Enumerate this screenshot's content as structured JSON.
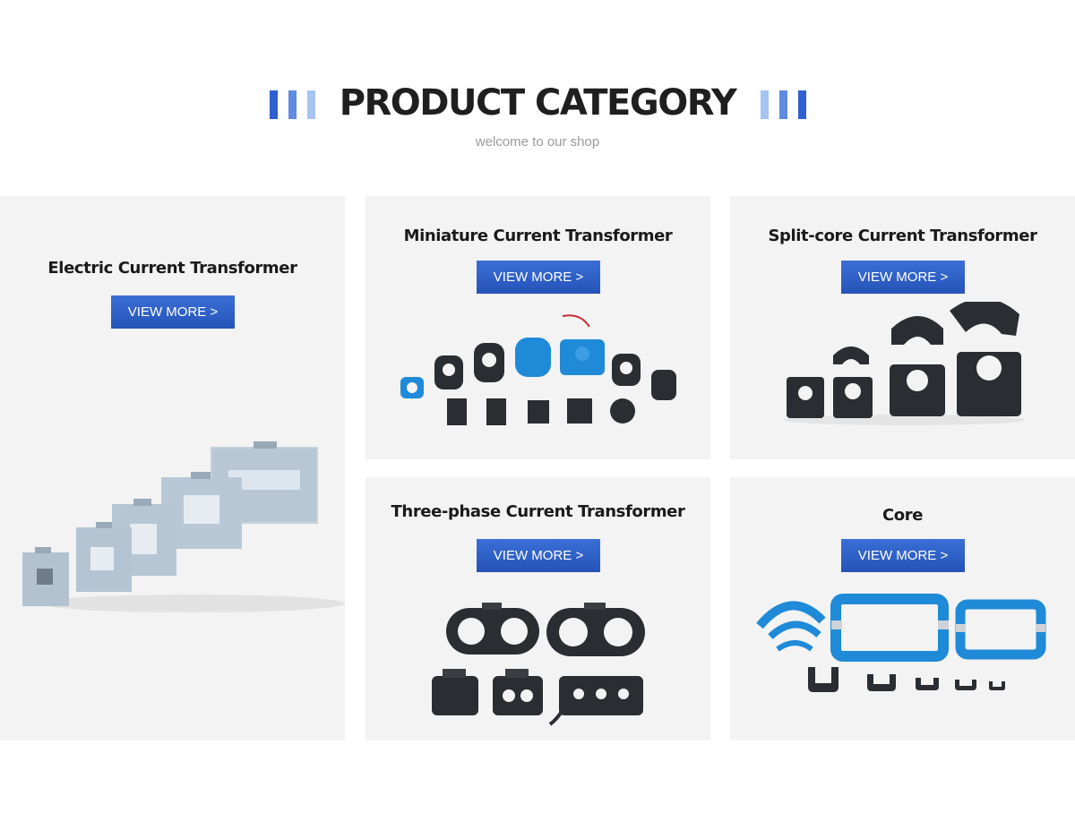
{
  "section": {
    "title": "PRODUCT CATEGORY",
    "subtitle": "welcome to our shop"
  },
  "colors": {
    "accent": "#2e5fc4",
    "bar_dark": "#2f5fd0",
    "bar_mid": "#5f8be0",
    "bar_light": "#a7c3f2",
    "card_bg": "#f3f3f3",
    "product_gray": "#b7c6d6",
    "product_black": "#2a2d31",
    "product_blue": "#1f8ad8"
  },
  "categories": [
    {
      "title": "Electric Current Transformer",
      "button": "VIEW MORE >"
    },
    {
      "title": "Miniature Current Transformer",
      "button": "VIEW MORE >"
    },
    {
      "title": "Split-core Current Transformer",
      "button": "VIEW MORE >"
    },
    {
      "title": "Three-phase Current Transformer",
      "button": "VIEW MORE >"
    },
    {
      "title": "Core",
      "button": "VIEW MORE >"
    }
  ]
}
